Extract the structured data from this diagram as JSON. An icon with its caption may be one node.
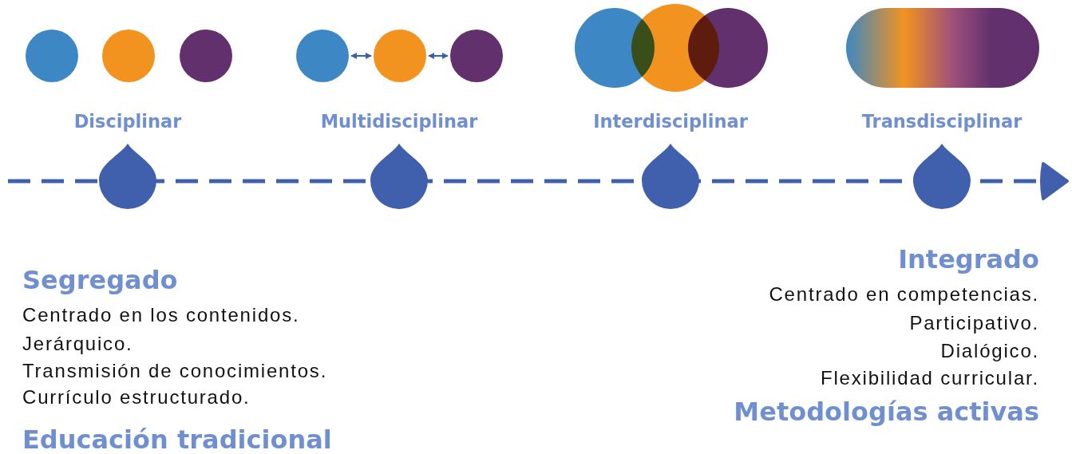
{
  "diagram": {
    "nodes": [
      {
        "text": [],
        "shape": "circle"
      },
      {
        "text": [],
        "shape": "circle"
      },
      {
        "text": [],
        "shape": "circle"
      },
      {
        "text": [],
        "shape": "circle"
      },
      {
        "text": [],
        "shape": "circle"
      },
      {
        "text": [],
        "shape": "circle"
      },
      {
        "text": [],
        "shape": "circle"
      },
      {
        "text": [],
        "shape": "circle"
      },
      {
        "text": [],
        "shape": "circle"
      },
      {
        "text": [],
        "shape": "bar"
      }
    ],
    "edges": [
      {
        "from": 3,
        "to": 4,
        "arrow": "both"
      },
      {
        "from": 4,
        "to": 5,
        "arrow": "both"
      }
    ],
    "labels": [
      "Disciplinar",
      "Multidisciplinar",
      "Interdisciplinar",
      "Transdisciplinar",
      "Integrado",
      "Segregado",
      "Centrado en competencias.",
      "Centrado en los contenidos.",
      "Participativo.",
      "Jerárquico.",
      "Dialógico.",
      "Transmisión de conocimientos.",
      "Flexibilidad curricular.",
      "Currículo estructurado.",
      "Metodologías activas",
      "Educación tradicional"
    ]
  }
}
